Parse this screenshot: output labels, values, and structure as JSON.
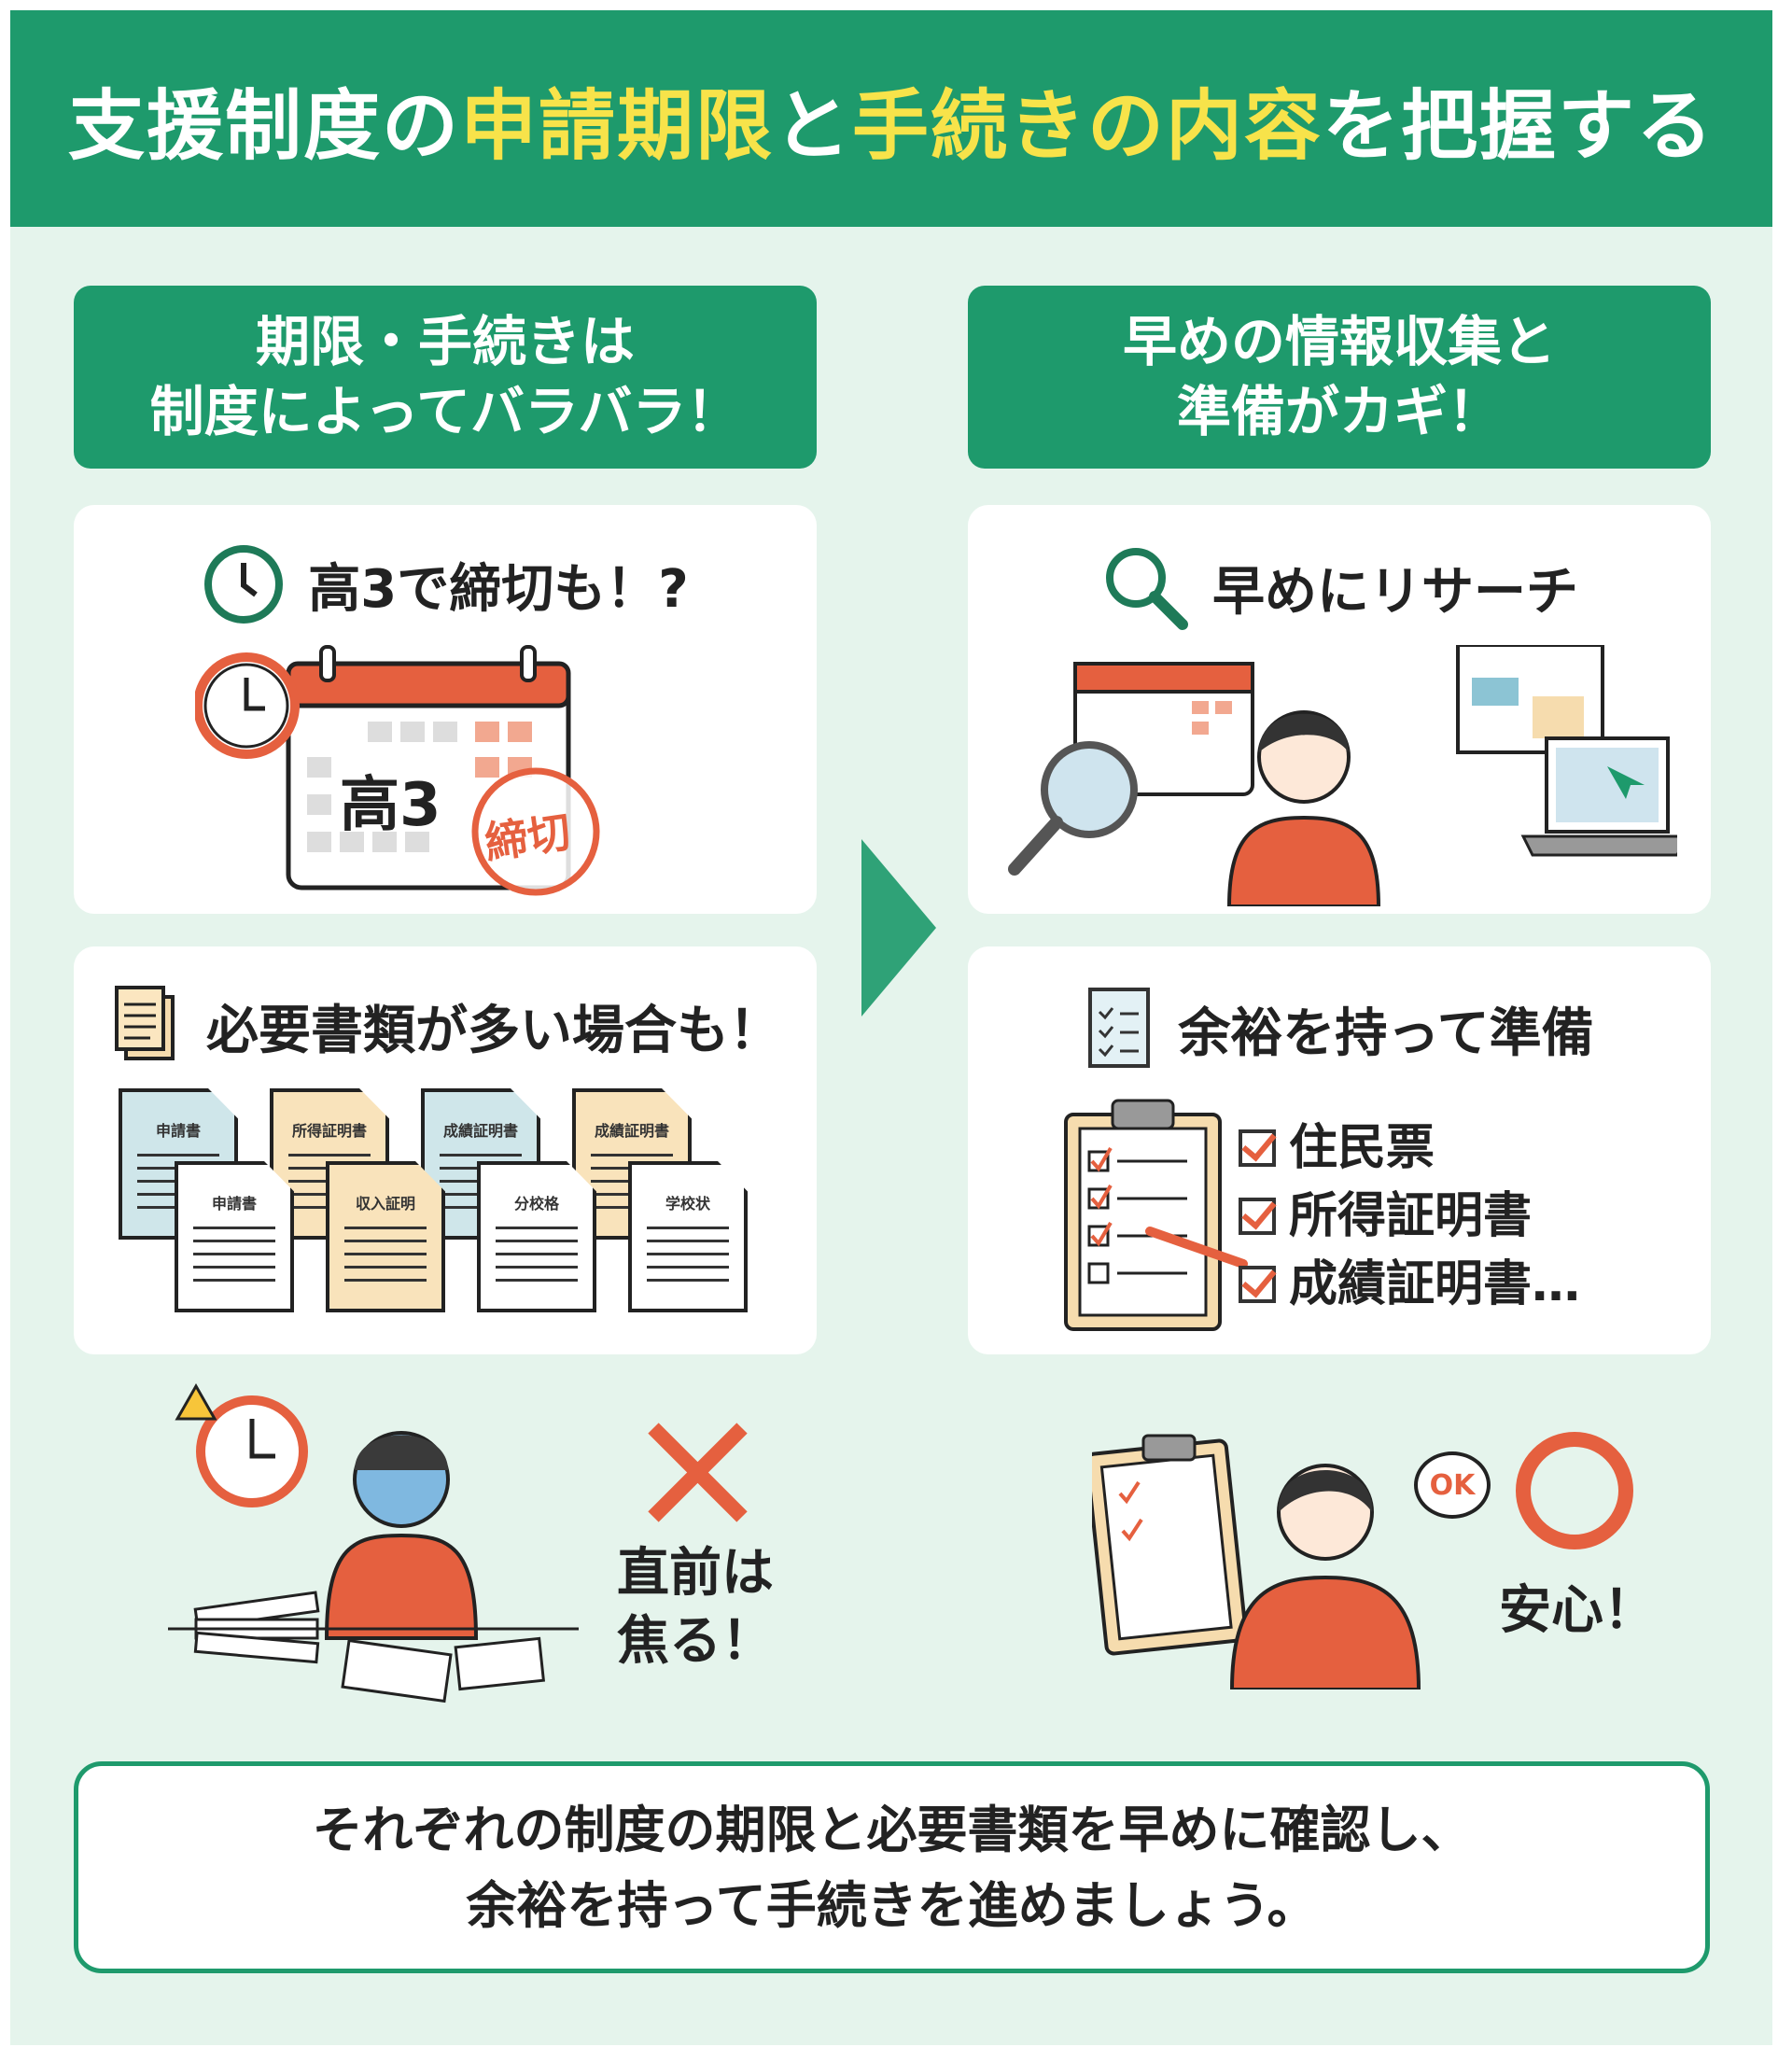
{
  "header": {
    "title_part1": "支援制度の",
    "title_hl1": "申請期限",
    "title_part2": "と",
    "title_hl2": "手続きの内容",
    "title_part3": "を把握する"
  },
  "left": {
    "heading": [
      "期限・手続きは",
      "制度によってバラバラ！"
    ],
    "card1": {
      "title": "高3で締切も！?",
      "calendar_text": "高3",
      "stamp": "締切"
    },
    "card2": {
      "title": "必要書類が多い場合も！",
      "docs": [
        "申請書",
        "所得証明書",
        "成績証明書",
        "成績証明書",
        "申請書",
        "収入証明",
        "分校格",
        "学校状"
      ]
    },
    "bottom_label": [
      "直前は",
      "焦る！"
    ]
  },
  "right": {
    "heading": [
      "早めの情報収集と",
      "準備がカギ！"
    ],
    "card1": {
      "title": "早めにリサーチ"
    },
    "card2": {
      "title": "余裕を持って準備",
      "checklist": [
        "住民票",
        "所得証明書",
        "成績証明書…"
      ]
    },
    "ok_bubble": "OK",
    "bottom_label": "安心！"
  },
  "footer": {
    "lines": [
      "それぞれの制度の期限と必要書類を早めに確認し、",
      "余裕を持って手続きを進めましょう。"
    ]
  },
  "colors": {
    "green": "#1e9a6c",
    "accent": "#e5603f",
    "yellow": "#f7e34a",
    "bg": "#e5f4ec"
  }
}
